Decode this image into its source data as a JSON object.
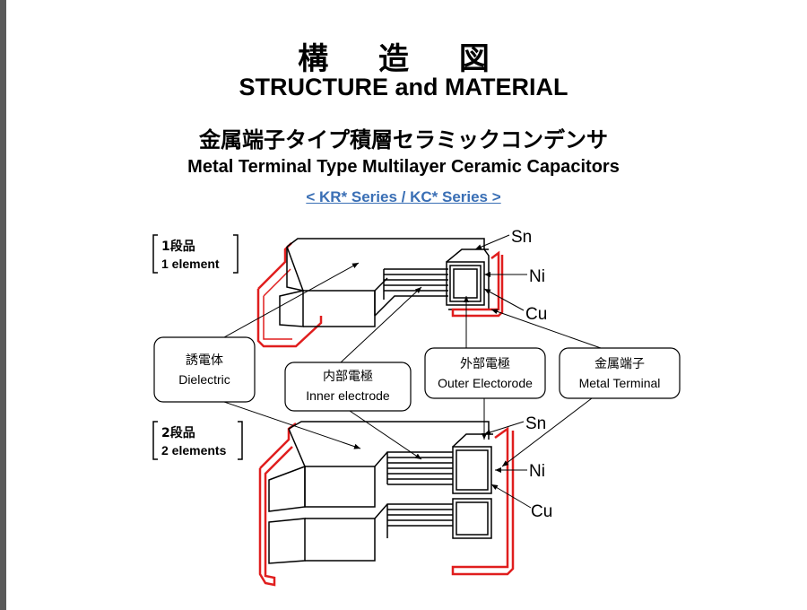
{
  "title": {
    "jp": "構 造 図",
    "en": "STRUCTURE and MATERIAL"
  },
  "subtitle": {
    "jp": "金属端子タイプ積層セラミックコンデンサ",
    "en": "Metal Terminal Type Multilayer Ceramic Capacitors"
  },
  "series": "< KR* Series / KC* Series >",
  "group1": {
    "jp": "1段品",
    "en": "1 element"
  },
  "group2": {
    "jp": "2段品",
    "en": "2 elements"
  },
  "callouts": {
    "dielectric": {
      "jp": "誘電体",
      "en": "Dielectric"
    },
    "inner": {
      "jp": "内部電極",
      "en": "Inner electrode"
    },
    "outer": {
      "jp": "外部電極",
      "en": "Outer Electorode"
    },
    "terminal": {
      "jp": "金属端子",
      "en": "Metal Terminal"
    }
  },
  "plating": {
    "sn": "Sn",
    "ni": "Ni",
    "cu": "Cu"
  },
  "colors": {
    "terminal_red": "#e01e1e",
    "series_blue": "#3a6fb5",
    "outline": "#000000"
  }
}
